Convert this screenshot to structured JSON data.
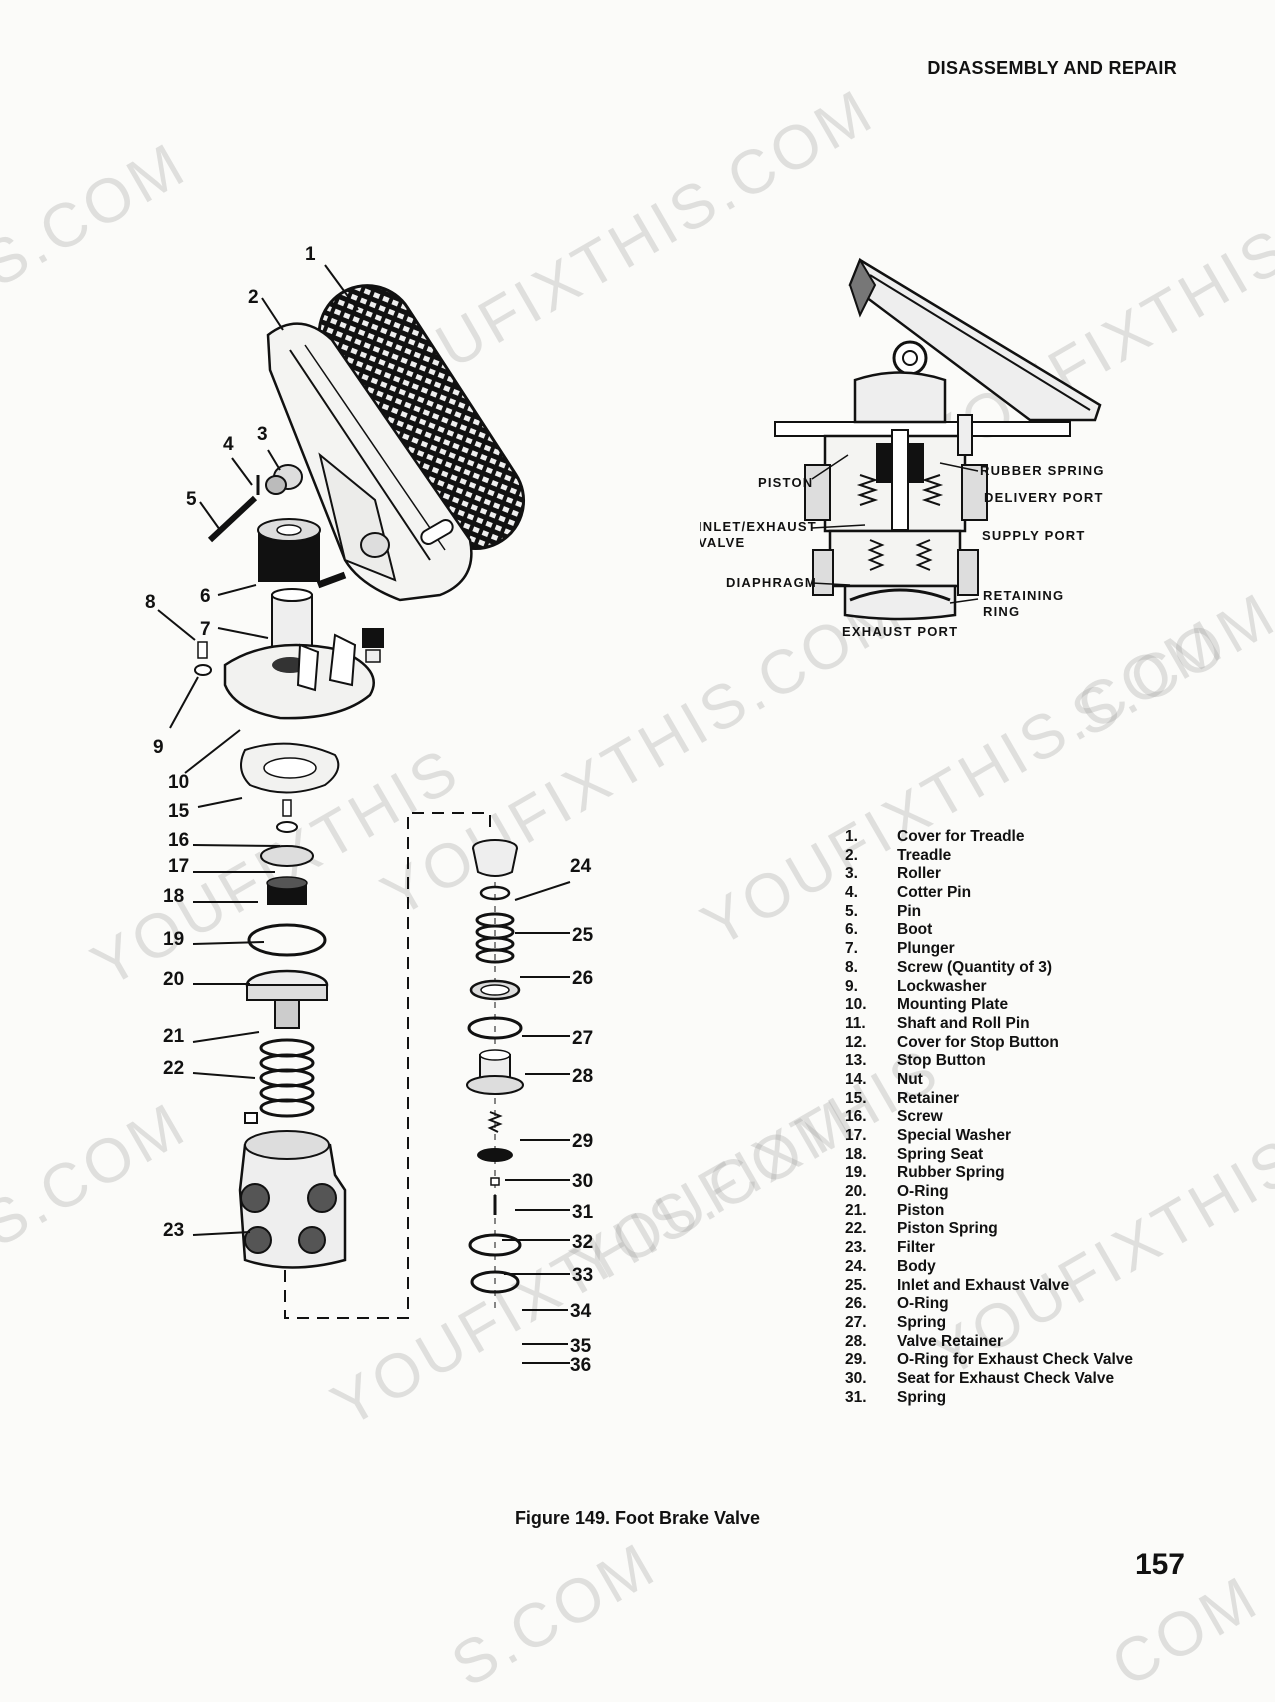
{
  "header": "DISASSEMBLY AND REPAIR",
  "watermarks": [
    "S.COM",
    "YOUFIXTHIS.COM",
    "YOUFIXTHIS",
    "YOUFIXTHIS.COM",
    "YOUFIXTHIS",
    "S.COM",
    "YOUFIXTHIS.COM",
    "YOUFIXTHIS",
    "S.COM",
    "YOUFIXTHIS.COM",
    "YOUFIXTHIS",
    "S.COM",
    "COM"
  ],
  "exploded_callouts": [
    "1",
    "2",
    "3",
    "4",
    "5",
    "6",
    "7",
    "8",
    "9",
    "10",
    "15",
    "16",
    "17",
    "18",
    "19",
    "20",
    "21",
    "22",
    "23",
    "24",
    "25",
    "26",
    "27",
    "28",
    "29",
    "30",
    "31",
    "32",
    "33",
    "34",
    "35",
    "36"
  ],
  "section_labels": {
    "piston": "PISTON",
    "inlet_exhaust": "INLET/EXHAUST",
    "valve": "VALVE",
    "diaphragm": "DIAPHRAGM",
    "exhaust_port": "EXHAUST PORT",
    "rubber_spring": "RUBBER SPRING",
    "delivery_port": "DELIVERY PORT",
    "supply_port": "SUPPLY PORT",
    "retaining": "RETAINING",
    "ring": "RING"
  },
  "legend": [
    {
      "n": "1.",
      "label": "Cover for Treadle"
    },
    {
      "n": "2.",
      "label": "Treadle"
    },
    {
      "n": "3.",
      "label": "Roller"
    },
    {
      "n": "4.",
      "label": "Cotter Pin"
    },
    {
      "n": "5.",
      "label": "Pin"
    },
    {
      "n": "6.",
      "label": "Boot"
    },
    {
      "n": "7.",
      "label": "Plunger"
    },
    {
      "n": "8.",
      "label": "Screw (Quantity of 3)"
    },
    {
      "n": "9.",
      "label": "Lockwasher"
    },
    {
      "n": "10.",
      "label": "Mounting Plate"
    },
    {
      "n": "11.",
      "label": "Shaft and Roll Pin"
    },
    {
      "n": "12.",
      "label": "Cover for Stop Button"
    },
    {
      "n": "13.",
      "label": "Stop Button"
    },
    {
      "n": "14.",
      "label": "Nut"
    },
    {
      "n": "15.",
      "label": "Retainer"
    },
    {
      "n": "16.",
      "label": "Screw"
    },
    {
      "n": "17.",
      "label": "Special Washer"
    },
    {
      "n": "18.",
      "label": "Spring Seat"
    },
    {
      "n": "19.",
      "label": "Rubber Spring"
    },
    {
      "n": "20.",
      "label": "O-Ring"
    },
    {
      "n": "21.",
      "label": "Piston"
    },
    {
      "n": "22.",
      "label": "Piston Spring"
    },
    {
      "n": "23.",
      "label": "Filter"
    },
    {
      "n": "24.",
      "label": "Body"
    },
    {
      "n": "25.",
      "label": "Inlet and Exhaust Valve"
    },
    {
      "n": "26.",
      "label": "O-Ring"
    },
    {
      "n": "27.",
      "label": "Spring"
    },
    {
      "n": "28.",
      "label": "Valve Retainer"
    },
    {
      "n": "29.",
      "label": "O-Ring for Exhaust Check Valve"
    },
    {
      "n": "30.",
      "label": "Seat for Exhaust Check Valve"
    },
    {
      "n": "31.",
      "label": "Spring"
    }
  ],
  "caption": "Figure 149. Foot Brake Valve",
  "page_number": "157"
}
